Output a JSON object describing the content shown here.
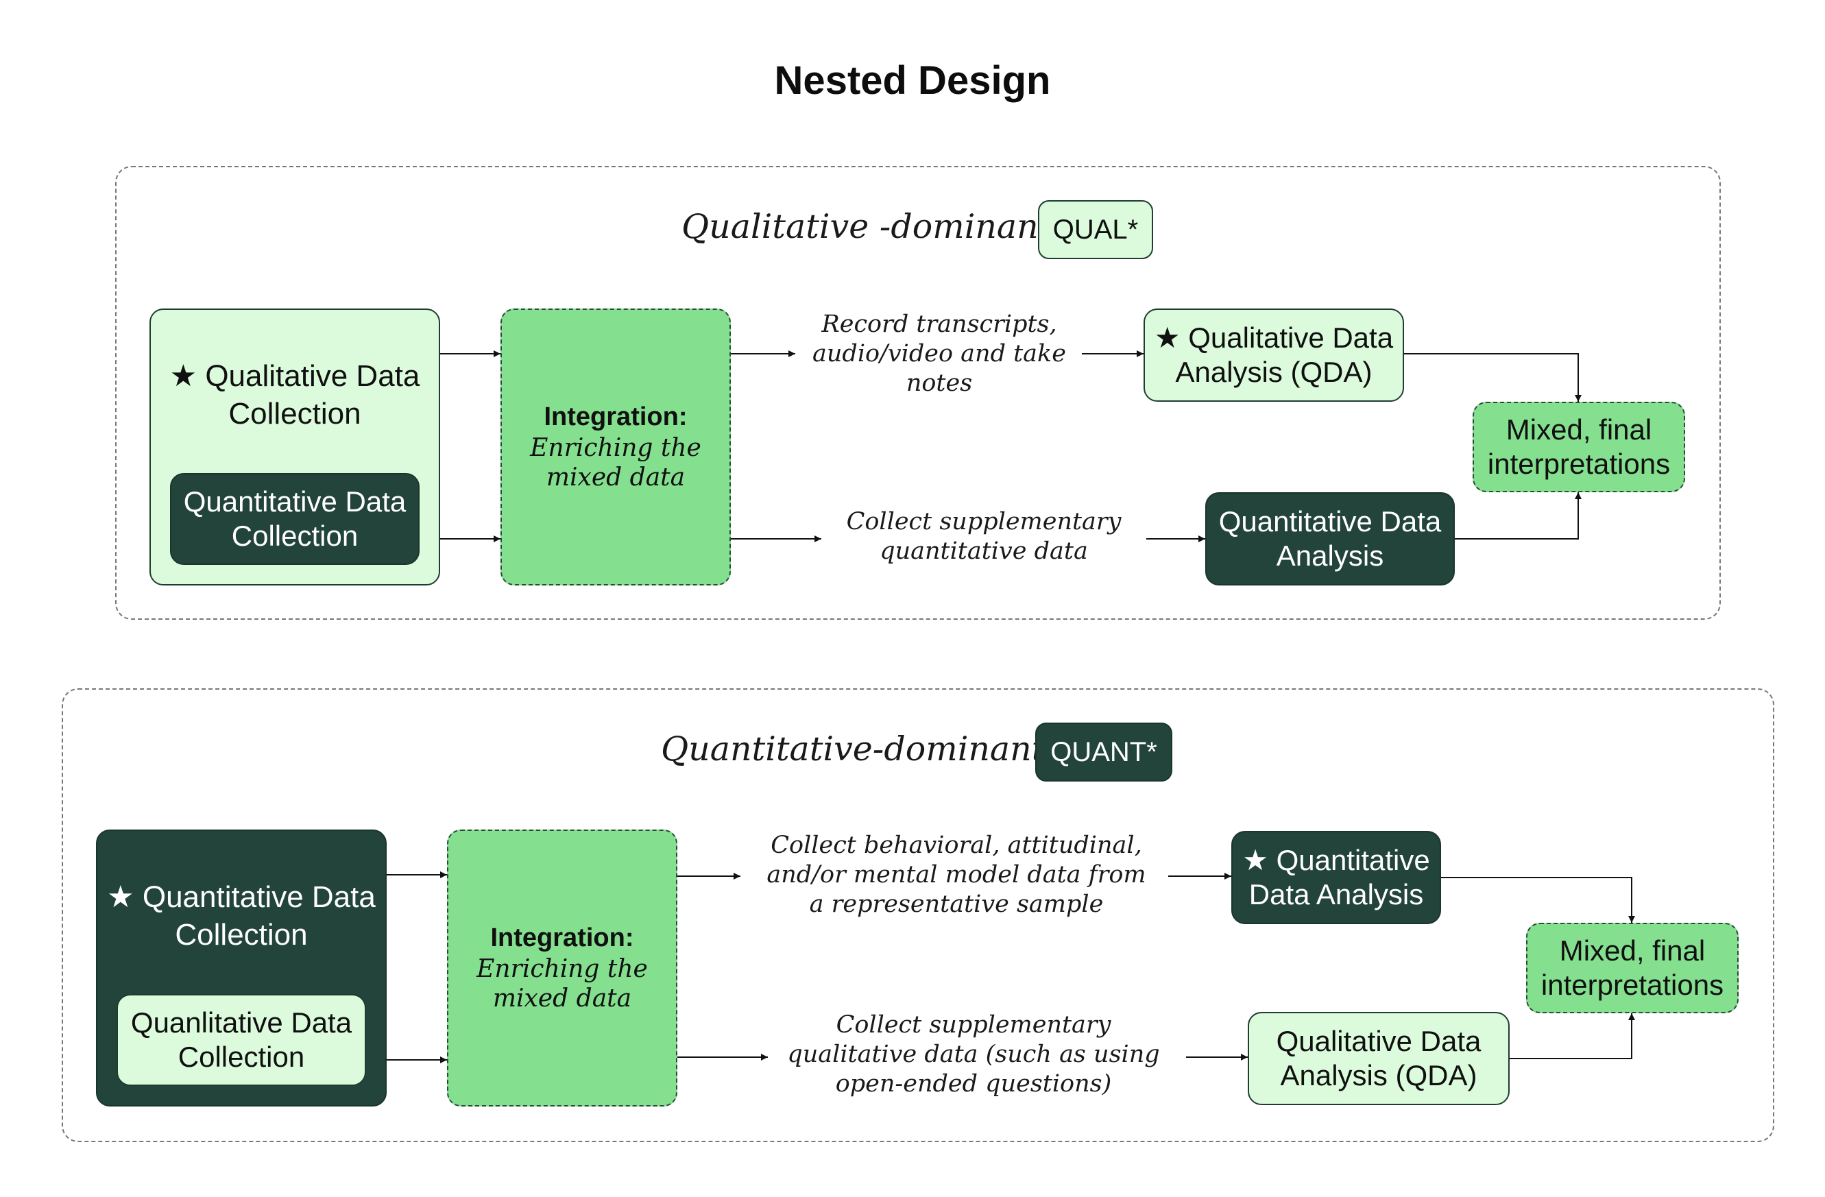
{
  "title": "Nested Design",
  "colors": {
    "light": "#dcfbdc",
    "dark": "#22443a",
    "mid": "#84df8f"
  },
  "icons": {
    "star": "★"
  },
  "qual_panel": {
    "heading": "Qualitative -dominant",
    "badge": "QUAL*",
    "collection": {
      "main": "Qualitative Data Collection",
      "nested": "Quantitative Data Collection"
    },
    "integration": {
      "head": "Integration:",
      "sub": "Enriching the mixed data"
    },
    "top_note": "Record transcripts, audio/video and take notes",
    "bottom_note": "Collect supplementary quantitative data",
    "top_analysis": "Qualitative Data Analysis (QDA)",
    "bottom_analysis": "Quantitative Data Analysis",
    "final": "Mixed, final interpretations"
  },
  "quant_panel": {
    "heading": "Quantitative-dominant",
    "badge": "QUANT*",
    "collection": {
      "main": "Quantitative Data Collection",
      "nested": "Quanlitative Data Collection"
    },
    "integration": {
      "head": "Integration:",
      "sub": "Enriching the mixed data"
    },
    "top_note": "Collect behavioral, attitudinal, and/or mental model data from a representative sample",
    "bottom_note": "Collect supplementary qualitative data (such as using open-ended questions)",
    "top_analysis": "Quantitative Data Analysis",
    "bottom_analysis": "Qualitative Data Analysis (QDA)",
    "final": "Mixed, final interpretations"
  }
}
